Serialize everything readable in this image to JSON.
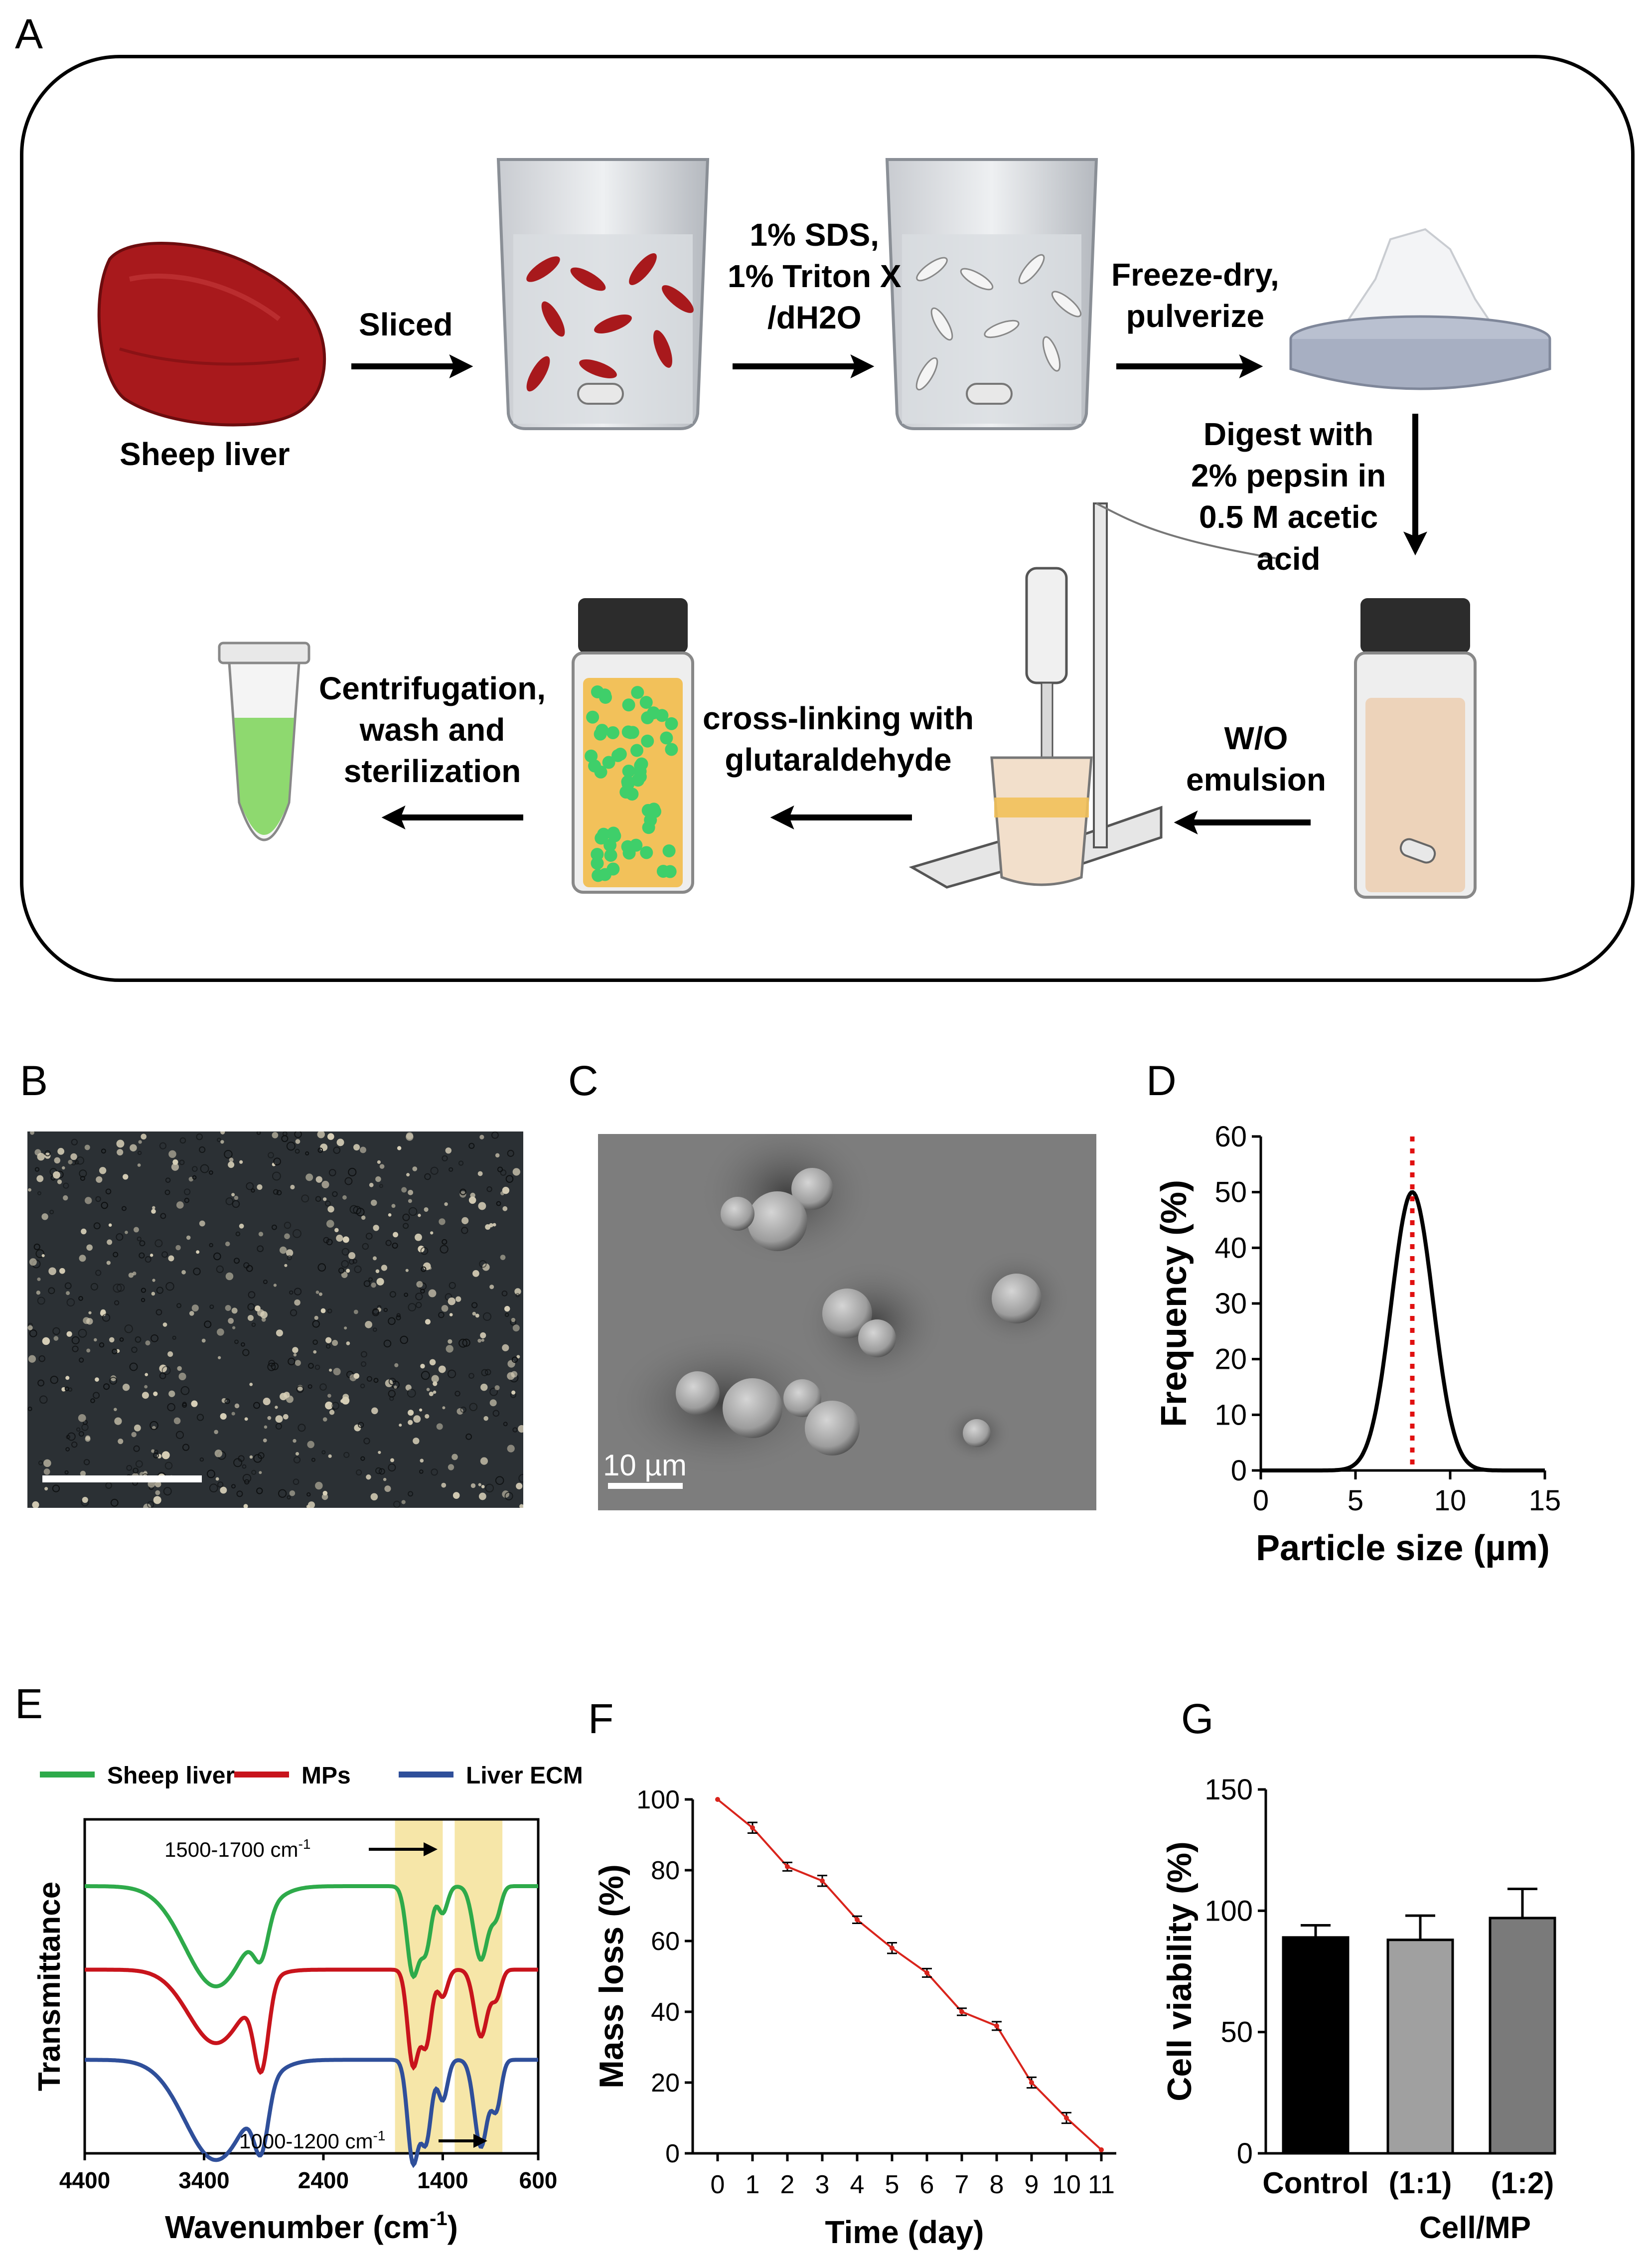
{
  "panels": {
    "A": "A",
    "B": "B",
    "C": "C",
    "D": "D",
    "E": "E",
    "F": "F",
    "G": "G"
  },
  "schematic": {
    "source_label": "Sheep liver",
    "step_sliced": "Sliced",
    "step_decell": [
      "1% SDS,",
      "1% Triton X",
      "/dH2O"
    ],
    "step_freeze": [
      "Freeze-dry,",
      "pulverize"
    ],
    "step_digest": [
      "Digest with",
      "2% pepsin in",
      "0.5 M acetic",
      "acid"
    ],
    "step_emulsion": [
      "W/O",
      "emulsion"
    ],
    "step_crosslink": [
      "cross-linking with",
      "glutaraldehyde"
    ],
    "step_final": [
      "Centrifugation,",
      "wash and",
      "sterilization"
    ]
  },
  "micrographs": {
    "sem_scale": "10 µm"
  },
  "colors": {
    "liver": "#a8191c",
    "sheep_liver_line": "#2eaa4a",
    "mps_line": "#c8141c",
    "liver_ecm_line": "#2f4f9a",
    "highlight": "#f6e6a8",
    "mass_loss_line": "#d9241c",
    "bar_control": "#000000",
    "bar_1_1": "#a0a0a0",
    "bar_1_2": "#7a7a7a",
    "median_line": "#e01010",
    "microparticle": "#3fcf6a",
    "vial_fill": "#f2c15a"
  },
  "chart_data": [
    {
      "panel": "D",
      "type": "line",
      "xlabel": "Particle size (µm)",
      "ylabel": "Frequency (%)",
      "xlim": [
        0,
        15
      ],
      "ylim": [
        0,
        60
      ],
      "xticks": [
        0,
        5,
        10,
        15
      ],
      "yticks": [
        0,
        10,
        20,
        30,
        40,
        50,
        60
      ],
      "curve": {
        "shape": "gaussian",
        "peak_x": 8,
        "peak_y": 50,
        "sigma": 1.1
      },
      "reference_line_x": 8
    },
    {
      "panel": "E",
      "type": "line",
      "xlabel": "Wavenumber (cm",
      "xlabel_sup": "-1",
      "xlabel_end": ")",
      "ylabel": "Transmittance",
      "xlim": [
        4400,
        600
      ],
      "xticks": [
        4400,
        3400,
        2400,
        1400,
        600
      ],
      "legend": [
        "Sheep liver",
        "MPs",
        "Liver ECM"
      ],
      "bands": [
        {
          "label": "1500-1700 cm",
          "sup": "-1",
          "range": [
            1500,
            1700
          ]
        },
        {
          "label": "1000-1200 cm",
          "sup": "-1",
          "range": [
            1000,
            1200
          ]
        }
      ],
      "series": [
        {
          "name": "Sheep liver",
          "offset": 0.8,
          "dips": [
            [
              3300,
              0.3,
              260
            ],
            [
              2920,
              0.12,
              60
            ],
            [
              1650,
              0.26,
              50
            ],
            [
              1540,
              0.18,
              45
            ],
            [
              1400,
              0.08,
              40
            ],
            [
              1080,
              0.22,
              60
            ],
            [
              950,
              0.08,
              40
            ]
          ]
        },
        {
          "name": "MPs",
          "offset": 0.55,
          "dips": [
            [
              3300,
              0.22,
              230
            ],
            [
              2920,
              0.25,
              60
            ],
            [
              1650,
              0.28,
              45
            ],
            [
              1540,
              0.22,
              45
            ],
            [
              1400,
              0.08,
              40
            ],
            [
              1080,
              0.2,
              55
            ],
            [
              950,
              0.08,
              40
            ]
          ]
        },
        {
          "name": "Liver ECM",
          "offset": 0.28,
          "dips": [
            [
              3300,
              0.3,
              260
            ],
            [
              2920,
              0.18,
              60
            ],
            [
              1650,
              0.3,
              45
            ],
            [
              1540,
              0.24,
              45
            ],
            [
              1400,
              0.12,
              40
            ],
            [
              1080,
              0.26,
              55
            ],
            [
              950,
              0.14,
              40
            ]
          ]
        }
      ]
    },
    {
      "panel": "F",
      "type": "line",
      "xlabel": "Time (day)",
      "ylabel": "Mass loss (%)",
      "xlim": [
        0,
        11
      ],
      "ylim": [
        0,
        100
      ],
      "x": [
        0,
        1,
        2,
        3,
        4,
        5,
        6,
        7,
        8,
        9,
        10,
        11
      ],
      "values": [
        100,
        92,
        81,
        77,
        66,
        58,
        51,
        40,
        36,
        20,
        10,
        1
      ],
      "errors": [
        0,
        1.5,
        1.2,
        1.5,
        1,
        1.5,
        1.2,
        1,
        1.2,
        1.5,
        1.5,
        0
      ],
      "xticks": [
        0,
        1,
        2,
        3,
        4,
        5,
        6,
        7,
        8,
        9,
        10,
        11
      ],
      "yticks": [
        0,
        20,
        40,
        60,
        80,
        100
      ]
    },
    {
      "panel": "G",
      "type": "bar",
      "ylabel": "Cell viability (%)",
      "xlabel": "Cell/MP",
      "categories": [
        "Control",
        "(1:1)",
        "(1:2)"
      ],
      "values": [
        89,
        88,
        97
      ],
      "errors": [
        5,
        10,
        12
      ],
      "ylim": [
        0,
        150
      ],
      "yticks": [
        0,
        50,
        100,
        150
      ]
    }
  ]
}
